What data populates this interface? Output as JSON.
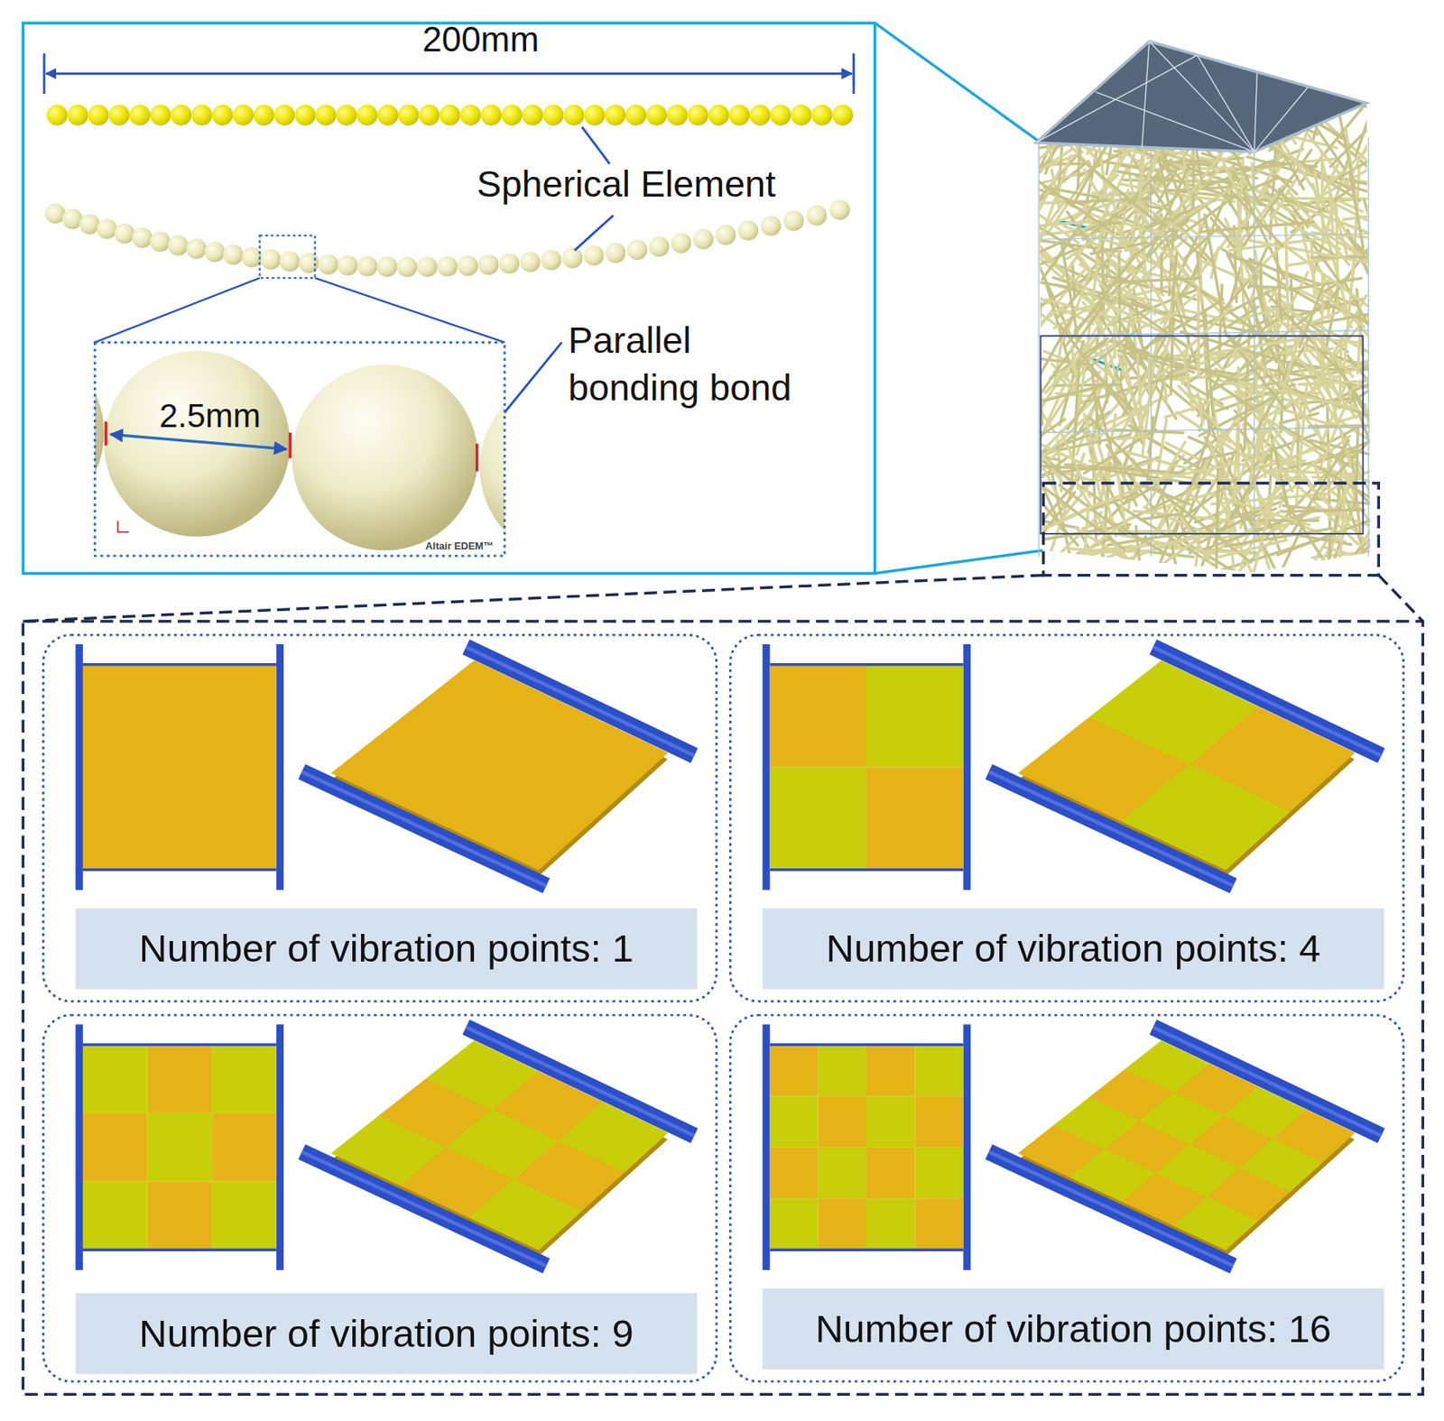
{
  "diagram": {
    "nodes": [
      {
        "text": [
          "Number of vibration points: 1"
        ]
      },
      {
        "text": [
          "Number of vibration points: 4"
        ]
      },
      {
        "text": [
          "Number of vibration points: 9"
        ]
      },
      {
        "text": [
          "Number of vibration points: 16"
        ]
      }
    ],
    "labels": [
      "200mm",
      "Spherical Element",
      "Parallel bonding bond",
      "2.5mm",
      "Altair EDEM™"
    ]
  }
}
